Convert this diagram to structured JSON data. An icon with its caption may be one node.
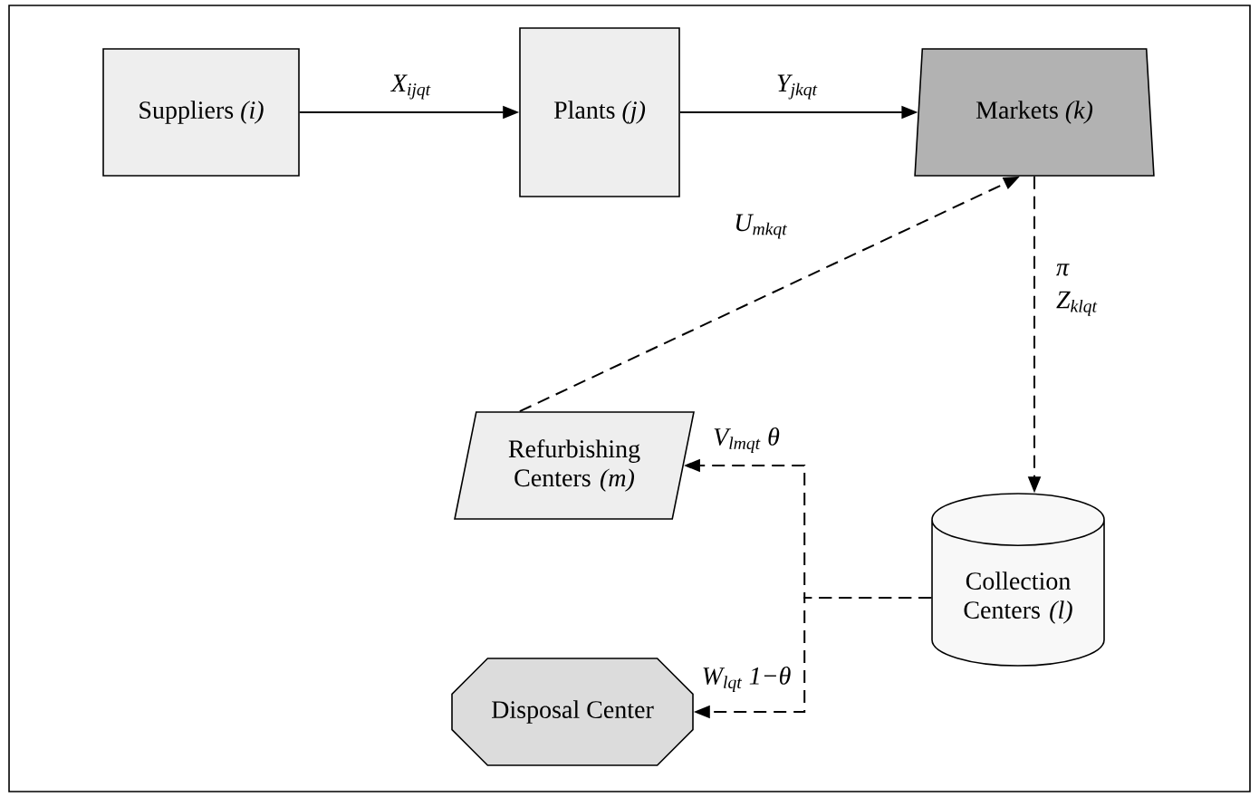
{
  "diagram": {
    "nodes": [
      {
        "text": [
          "Suppliers *(i)*"
        ]
      },
      {
        "text": [
          "Plants *(j)*"
        ]
      },
      {
        "text": [
          "Markets *(k)*"
        ]
      },
      {
        "text": [
          "Refurbishing Centers *(m)*"
        ]
      },
      {
        "text": [
          "Collection Centers *(l)*"
        ]
      },
      {
        "text": [
          "Disposal Center"
        ]
      }
    ],
    "edges": [
      {
        "from": 0,
        "to": 1,
        "arrow": "to",
        "label": "X$_{ijqt}$"
      },
      {
        "from": 1,
        "to": 2,
        "arrow": "to",
        "label": "Y$_{jkqt}$"
      },
      {
        "from": 3,
        "to": 2,
        "arrow": "to",
        "label": "U$_{mkqt}$",
        "style": "dashed"
      },
      {
        "from": 2,
        "to": 4,
        "arrow": "to",
        "label": "π Z$_{klqt}$",
        "style": "dashed"
      },
      {
        "from": 4,
        "to": 3,
        "arrow": "to",
        "label": "V$_{lmqt}$ θ",
        "style": "dashed"
      },
      {
        "from": 4,
        "to": 5,
        "arrow": "to",
        "label": "W$_{lqt}$ 1−θ",
        "style": "dashed"
      }
    ]
  }
}
